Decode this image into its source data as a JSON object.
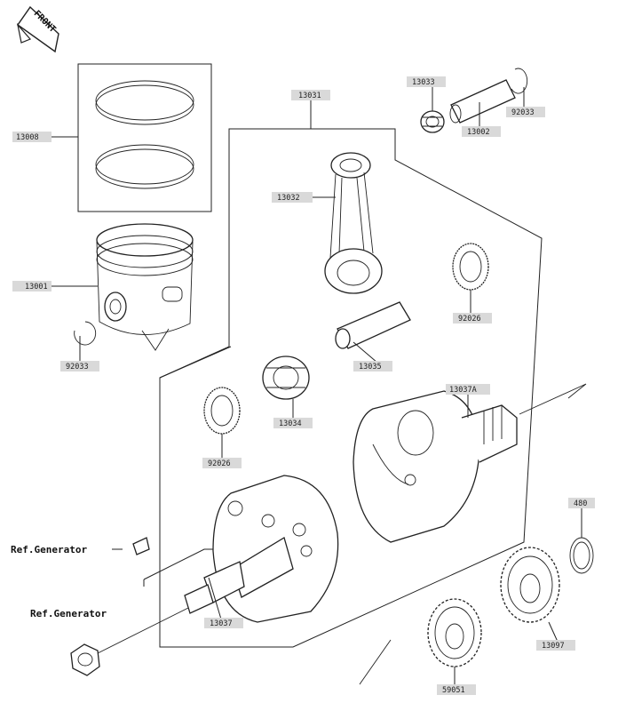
{
  "front_badge": "FRONT",
  "labels": {
    "p13008": "13008",
    "p13001": "13001",
    "p92033a": "92033",
    "p13031": "13031",
    "p13032": "13032",
    "p13033": "13033",
    "p13002": "13002",
    "p92033b": "92033",
    "p92026a": "92026",
    "p13035": "13035",
    "p13034": "13034",
    "p92026b": "92026",
    "p13037A": "13037A",
    "p13037": "13037",
    "p480": "480",
    "p13097": "13097",
    "p59051": "59051"
  },
  "refs": {
    "generator_top": "Ref.Generator",
    "generator_bottom": "Ref.Generator"
  }
}
